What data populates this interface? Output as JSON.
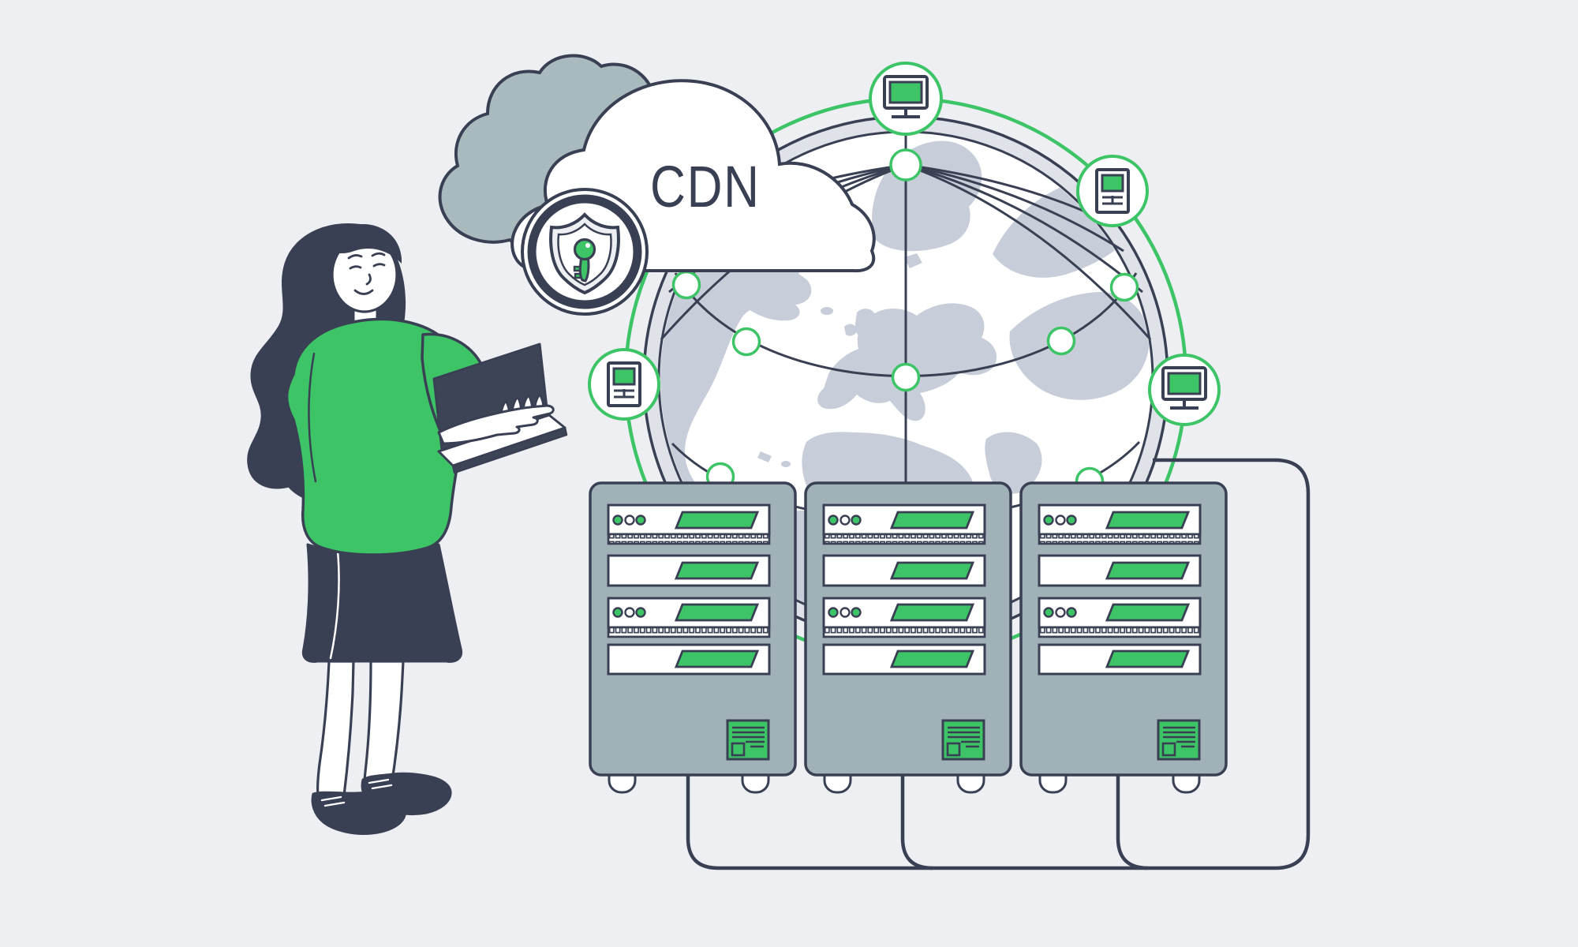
{
  "illustration": {
    "title": "CDN"
  },
  "cloud": {
    "label": "CDN"
  },
  "security_badge": {
    "icon": "shield-key-icon"
  },
  "globe": {
    "ring_color": "#3DC466",
    "edge_devices": [
      {
        "position": "top",
        "icon": "desktop-monitor-icon"
      },
      {
        "position": "upper-right",
        "icon": "mobile-device-icon"
      },
      {
        "position": "right",
        "icon": "desktop-monitor-icon"
      },
      {
        "position": "left",
        "icon": "mobile-device-icon"
      }
    ],
    "relay_node_count": 8
  },
  "server_racks": {
    "count": 3,
    "units_per_rack": 4,
    "unit_led_colors": [
      "green",
      "white",
      "green"
    ],
    "sticker": "green-label"
  },
  "person": {
    "icon": "woman-with-laptop"
  },
  "colors": {
    "background": "#EDEFF2",
    "outline": "#3A4053",
    "green": "#3DC466",
    "rack_body": "#A0B2B7",
    "cloud_back": "#A8BABD",
    "map_land": "#C7CDD9",
    "globe_rim": "#DFE2E9"
  }
}
